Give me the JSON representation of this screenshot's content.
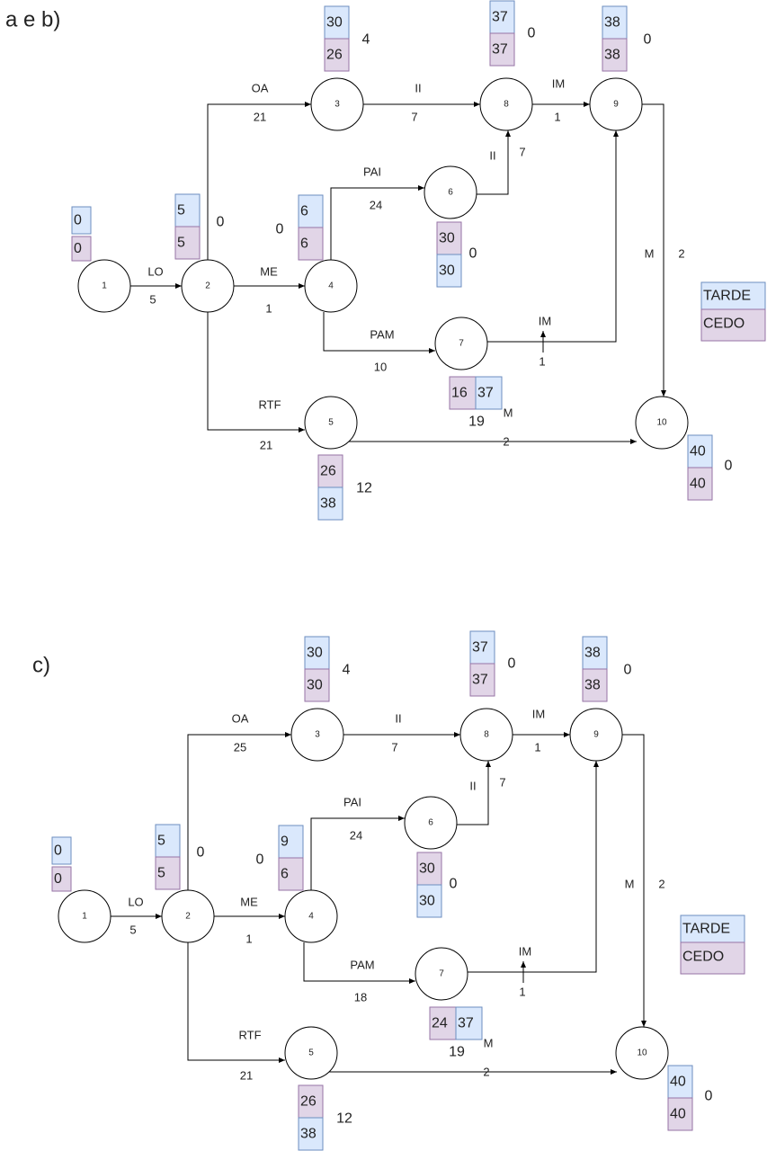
{
  "diagrams": [
    {
      "title": "a e b)",
      "nodes": [
        {
          "id": "1",
          "label": "1"
        },
        {
          "id": "2",
          "label": "2"
        },
        {
          "id": "3",
          "label": "3"
        },
        {
          "id": "4",
          "label": "4"
        },
        {
          "id": "5",
          "label": "5"
        },
        {
          "id": "6",
          "label": "6"
        },
        {
          "id": "7",
          "label": "7"
        },
        {
          "id": "8",
          "label": "8"
        },
        {
          "id": "9",
          "label": "9"
        },
        {
          "id": "10",
          "label": "10"
        }
      ],
      "activities": [
        {
          "id": "e12",
          "from": "1",
          "to": "2",
          "name": "LO",
          "duration": "5"
        },
        {
          "id": "e23",
          "from": "2",
          "to": "3",
          "name": "OA",
          "duration": "21"
        },
        {
          "id": "e24",
          "from": "2",
          "to": "4",
          "name": "ME",
          "duration": "1"
        },
        {
          "id": "e25",
          "from": "2",
          "to": "5",
          "name": "RTF",
          "duration": "21"
        },
        {
          "id": "e38",
          "from": "3",
          "to": "8",
          "name": "II",
          "duration": "7"
        },
        {
          "id": "e46",
          "from": "4",
          "to": "6",
          "name": "PAI",
          "duration": "24"
        },
        {
          "id": "e47",
          "from": "4",
          "to": "7",
          "name": "PAM",
          "duration": "10"
        },
        {
          "id": "e68",
          "from": "6",
          "to": "8",
          "name": "II",
          "duration": "7"
        },
        {
          "id": "e79",
          "from": "7",
          "to": "9",
          "name": "IM",
          "duration": "1"
        },
        {
          "id": "e89",
          "from": "8",
          "to": "9",
          "name": "IM",
          "duration": "1"
        },
        {
          "id": "e910",
          "from": "9",
          "to": "10",
          "name": "M",
          "duration": "2"
        },
        {
          "id": "e510",
          "from": "5",
          "to": "10",
          "name": "M",
          "duration": "2"
        }
      ],
      "times": [
        {
          "node": "1",
          "late": "0",
          "early": "0",
          "slack": ""
        },
        {
          "node": "2",
          "late": "5",
          "early": "5",
          "slack": "0"
        },
        {
          "node": "3",
          "late": "30",
          "early": "26",
          "slack": "4"
        },
        {
          "node": "4",
          "late": "6",
          "early": "6",
          "slack": "0"
        },
        {
          "node": "5",
          "late": "38",
          "early": "26",
          "slack": "12"
        },
        {
          "node": "6",
          "late": "30",
          "early": "30",
          "slack": "0"
        },
        {
          "node": "7",
          "late": "37",
          "early": "16",
          "slack": "19"
        },
        {
          "node": "8",
          "late": "37",
          "early": "37",
          "slack": "0"
        },
        {
          "node": "9",
          "late": "38",
          "early": "38",
          "slack": "0"
        },
        {
          "node": "10",
          "late": "40",
          "early": "40",
          "slack": "0"
        }
      ],
      "legend": {
        "late_label": "TARDE",
        "early_label": "CEDO"
      }
    },
    {
      "title": "c)",
      "nodes": [
        {
          "id": "1",
          "label": "1"
        },
        {
          "id": "2",
          "label": "2"
        },
        {
          "id": "3",
          "label": "3"
        },
        {
          "id": "4",
          "label": "4"
        },
        {
          "id": "5",
          "label": "5"
        },
        {
          "id": "6",
          "label": "6"
        },
        {
          "id": "7",
          "label": "7"
        },
        {
          "id": "8",
          "label": "8"
        },
        {
          "id": "9",
          "label": "9"
        },
        {
          "id": "10",
          "label": "10"
        }
      ],
      "activities": [
        {
          "id": "e12",
          "from": "1",
          "to": "2",
          "name": "LO",
          "duration": "5"
        },
        {
          "id": "e23",
          "from": "2",
          "to": "3",
          "name": "OA",
          "duration": "25"
        },
        {
          "id": "e24",
          "from": "2",
          "to": "4",
          "name": "ME",
          "duration": "1"
        },
        {
          "id": "e25",
          "from": "2",
          "to": "5",
          "name": "RTF",
          "duration": "21"
        },
        {
          "id": "e38",
          "from": "3",
          "to": "8",
          "name": "II",
          "duration": "7"
        },
        {
          "id": "e46",
          "from": "4",
          "to": "6",
          "name": "PAI",
          "duration": "24"
        },
        {
          "id": "e47",
          "from": "4",
          "to": "7",
          "name": "PAM",
          "duration": "18"
        },
        {
          "id": "e68",
          "from": "6",
          "to": "8",
          "name": "II",
          "duration": "7"
        },
        {
          "id": "e79",
          "from": "7",
          "to": "9",
          "name": "IM",
          "duration": "1"
        },
        {
          "id": "e89",
          "from": "8",
          "to": "9",
          "name": "IM",
          "duration": "1"
        },
        {
          "id": "e910",
          "from": "9",
          "to": "10",
          "name": "M",
          "duration": "2"
        },
        {
          "id": "e510",
          "from": "5",
          "to": "10",
          "name": "M",
          "duration": "2"
        }
      ],
      "times": [
        {
          "node": "1",
          "late": "0",
          "early": "0",
          "slack": ""
        },
        {
          "node": "2",
          "late": "5",
          "early": "5",
          "slack": "0"
        },
        {
          "node": "3",
          "late": "30",
          "early": "30",
          "slack": "4"
        },
        {
          "node": "4",
          "late": "9",
          "early": "6",
          "slack": "0"
        },
        {
          "node": "5",
          "late": "38",
          "early": "26",
          "slack": "12"
        },
        {
          "node": "6",
          "late": "30",
          "early": "30",
          "slack": "0"
        },
        {
          "node": "7",
          "late": "37",
          "early": "24",
          "slack": "19"
        },
        {
          "node": "8",
          "late": "37",
          "early": "37",
          "slack": "0"
        },
        {
          "node": "9",
          "late": "38",
          "early": "38",
          "slack": "0"
        },
        {
          "node": "10",
          "late": "40",
          "early": "40",
          "slack": "0"
        }
      ],
      "legend": {
        "late_label": "TARDE",
        "early_label": "CEDO"
      }
    }
  ],
  "colors": {
    "late_fill": "#dae8fc",
    "late_stroke": "#6c8ebf",
    "early_fill": "#e1d5e7",
    "early_stroke": "#9673a6",
    "line": "#000000",
    "text": "#222222"
  }
}
